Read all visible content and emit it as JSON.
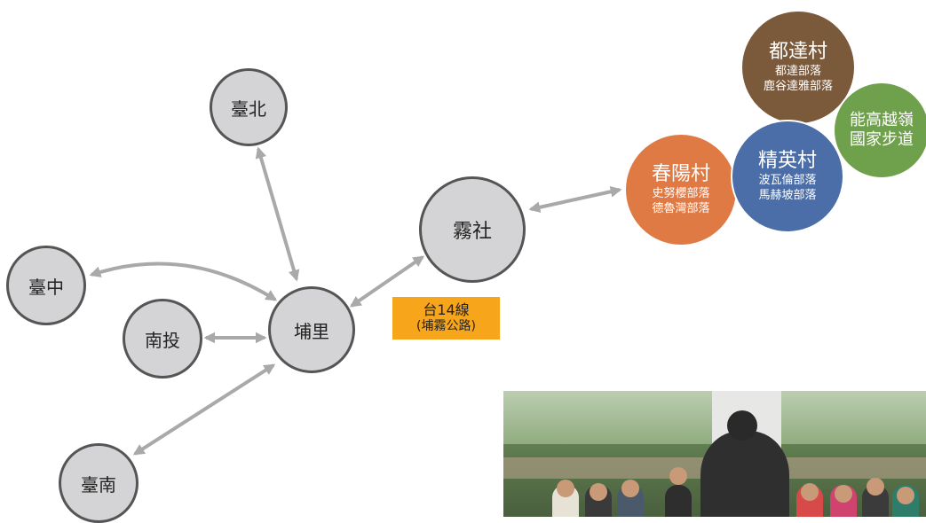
{
  "nodes": {
    "taipei": "臺北",
    "taichung": "臺中",
    "nantou": "南投",
    "puli": "埔里",
    "tainan": "臺南",
    "wushe": "霧社"
  },
  "route": {
    "line1": "台14線",
    "line2": "(埔霧公路)"
  },
  "villages": {
    "duda": {
      "title": "都達村",
      "sub1": "都達部落",
      "sub2": "鹿谷達雅部落",
      "color": "#7b5a3c"
    },
    "nenggao": {
      "title1": "能高越嶺",
      "title2": "國家步道",
      "color": "#6fa14c"
    },
    "jingying": {
      "title": "精英村",
      "sub1": "波瓦倫部落",
      "sub2": "馬赫坡部落",
      "color": "#4b6ea8"
    },
    "chunyang": {
      "title": "春陽村",
      "sub1": "史努櫻部落",
      "sub2": "德魯灣部落",
      "color": "#e07a45"
    }
  },
  "colors": {
    "node_fill": "#d4d4d6",
    "node_border": "#555555",
    "arrow": "#a9a9a9",
    "route_label_bg": "#f7a51b"
  }
}
